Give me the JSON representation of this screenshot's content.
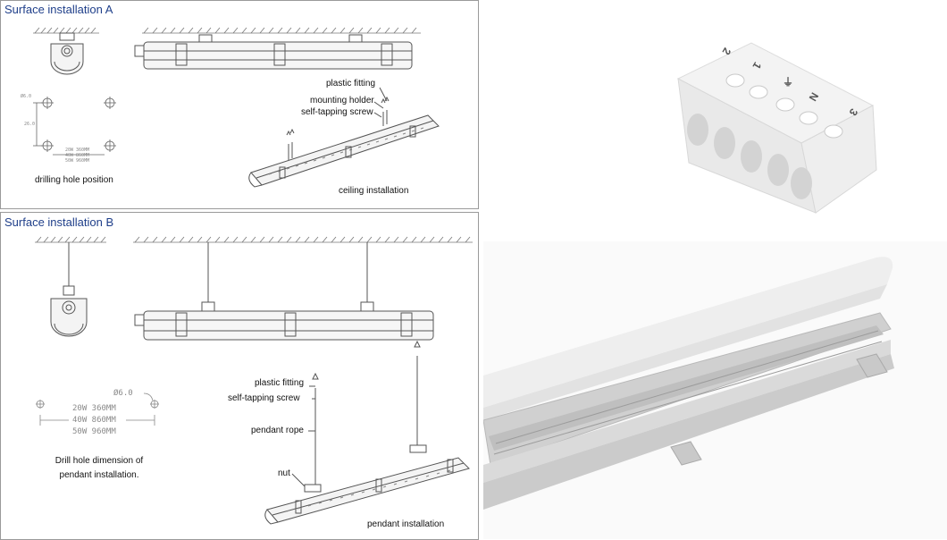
{
  "panel_a": {
    "title": "Surface installation  A",
    "labels": {
      "plastic_fitting": "plastic fitting",
      "mounting_holder": "mounting holder",
      "self_tapping_screw": "self-tapping screw",
      "drilling_hole_position": "drilling hole position",
      "ceiling_installation": "ceiling installation"
    },
    "dims": {
      "hole": "Ø6.0",
      "spacing": "26.0",
      "w20": "20W  360MM",
      "w40": "40W  860MM",
      "w50": "50W  960MM"
    }
  },
  "panel_b": {
    "title": "Surface installation  B",
    "labels": {
      "plastic_fitting": "plastic fitting",
      "self_tapping_screw": "self-tapping screw",
      "pendant_rope": "pendant rope",
      "nut": "nut",
      "pendant_installation": "pendant installation",
      "drill_caption_1": "Drill hole dimension of",
      "drill_caption_2": "pendant installation."
    },
    "dims": {
      "hole": "Ø6.0",
      "w20": "20W  360MM",
      "w40": "40W  860MM",
      "w50": "50W  960MM"
    }
  },
  "photos": {
    "connector_marks": [
      "2",
      "1",
      "⏚",
      "N",
      "3"
    ]
  },
  "colors": {
    "title_blue": "#1f3f8a",
    "line": "#555555",
    "panel_border": "#9a9a9a"
  }
}
